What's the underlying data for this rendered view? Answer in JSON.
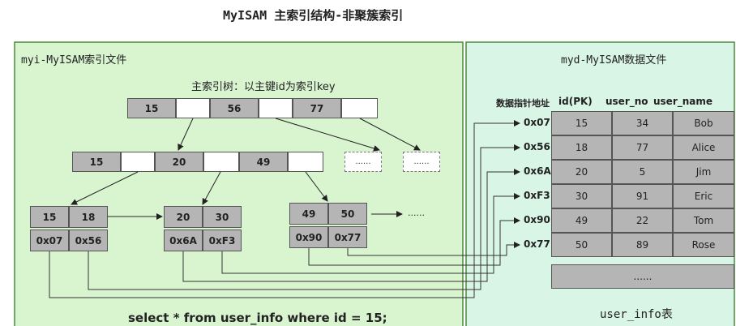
{
  "title": "MyISAM 主索引结构-非聚簇索引",
  "index_file": {
    "title": "myi-MyISAM索引文件",
    "tree_label": "主索引树：以主键id为索引key",
    "root_keys": [
      "15",
      "56",
      "77"
    ],
    "level2_keys": [
      "15",
      "20",
      "49"
    ],
    "placeholder": "......",
    "leaves": [
      {
        "keys": [
          "15",
          "18"
        ],
        "ptrs": [
          "0x07",
          "0x56"
        ]
      },
      {
        "keys": [
          "20",
          "30"
        ],
        "ptrs": [
          "0x6A",
          "0xF3"
        ]
      },
      {
        "keys": [
          "49",
          "50"
        ],
        "ptrs": [
          "0x90",
          "0x77"
        ]
      }
    ],
    "leaf_more": "......",
    "query": "select  * from user_info  where id = 15;"
  },
  "data_file": {
    "title": "myd-MyISAM数据文件",
    "columns": [
      "数据指针地址",
      "id(PK)",
      "user_no",
      "user_name"
    ],
    "rows": [
      {
        "ptr": "0x07",
        "id": "15",
        "no": "34",
        "name": "Bob"
      },
      {
        "ptr": "0x56",
        "id": "18",
        "no": "77",
        "name": "Alice"
      },
      {
        "ptr": "0x6A",
        "id": "20",
        "no": "5",
        "name": "Jim"
      },
      {
        "ptr": "0xF3",
        "id": "30",
        "no": "91",
        "name": "Eric"
      },
      {
        "ptr": "0x90",
        "id": "49",
        "no": "22",
        "name": "Tom"
      },
      {
        "ptr": "0x77",
        "id": "50",
        "no": "89",
        "name": "Rose"
      }
    ],
    "more": "......",
    "table_name": "user_info表"
  },
  "colors": {
    "panel_fill": "#d9f5d0",
    "right_panel_fill": "#d9f5e6",
    "panel_border": "#4a8a3a",
    "cell_gray": "#b5b5b5"
  }
}
